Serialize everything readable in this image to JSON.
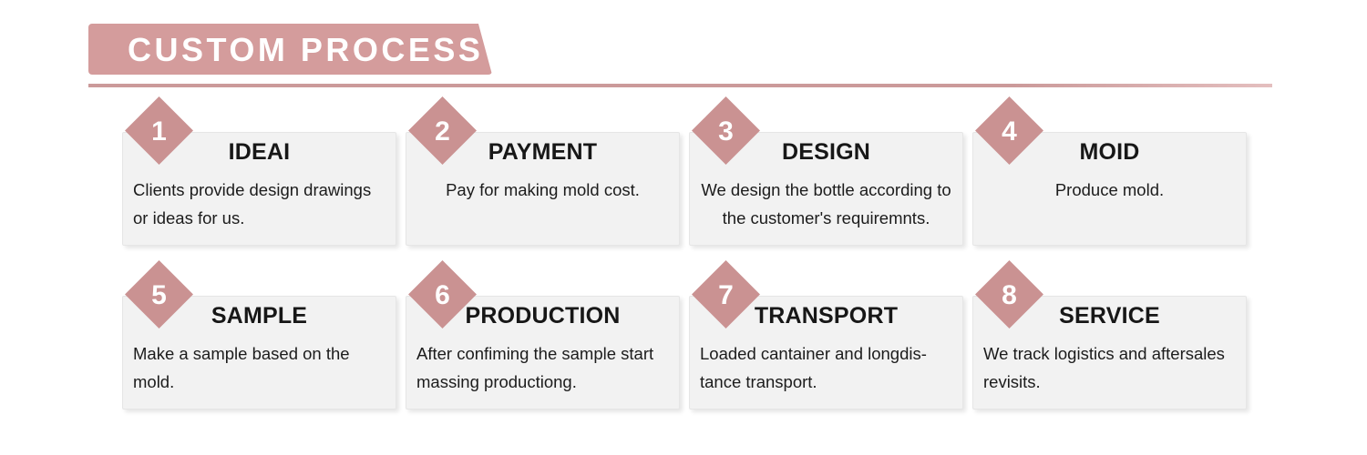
{
  "header": {
    "title": "CUSTOM PROCESS",
    "banner_color": "#d49c9c",
    "divider_color": "#cb9a9a"
  },
  "theme": {
    "badge_color": "#ca9292",
    "card_background": "#f2f2f2",
    "card_border": "#e6e6e6",
    "title_color": "#171717",
    "body_color": "#1c1c1c"
  },
  "steps": [
    {
      "number": "1",
      "title": "IDEAI",
      "body": "Clients provide design drawings or ideas for us.",
      "body_align": "left"
    },
    {
      "number": "2",
      "title": "PAYMENT",
      "body": "Pay for making mold cost.",
      "body_align": "center"
    },
    {
      "number": "3",
      "title": "DESIGN",
      "body": "We design the bottle according to the customer's requiremnts.",
      "body_align": "center"
    },
    {
      "number": "4",
      "title": "MOID",
      "body": "Produce mold.",
      "body_align": "center"
    },
    {
      "number": "5",
      "title": "SAMPLE",
      "body": "Make a sample based on the mold.",
      "body_align": "left"
    },
    {
      "number": "6",
      "title": "PRODUCTION",
      "body": "After confiming the sample start massing productiong.",
      "body_align": "left"
    },
    {
      "number": "7",
      "title": "TRANSPORT",
      "body": "Loaded cantainer and longdis-\ntance transport.",
      "body_align": "left"
    },
    {
      "number": "8",
      "title": "SERVICE",
      "body": "We track logistics and aftersales revisits.",
      "body_align": "left"
    }
  ]
}
